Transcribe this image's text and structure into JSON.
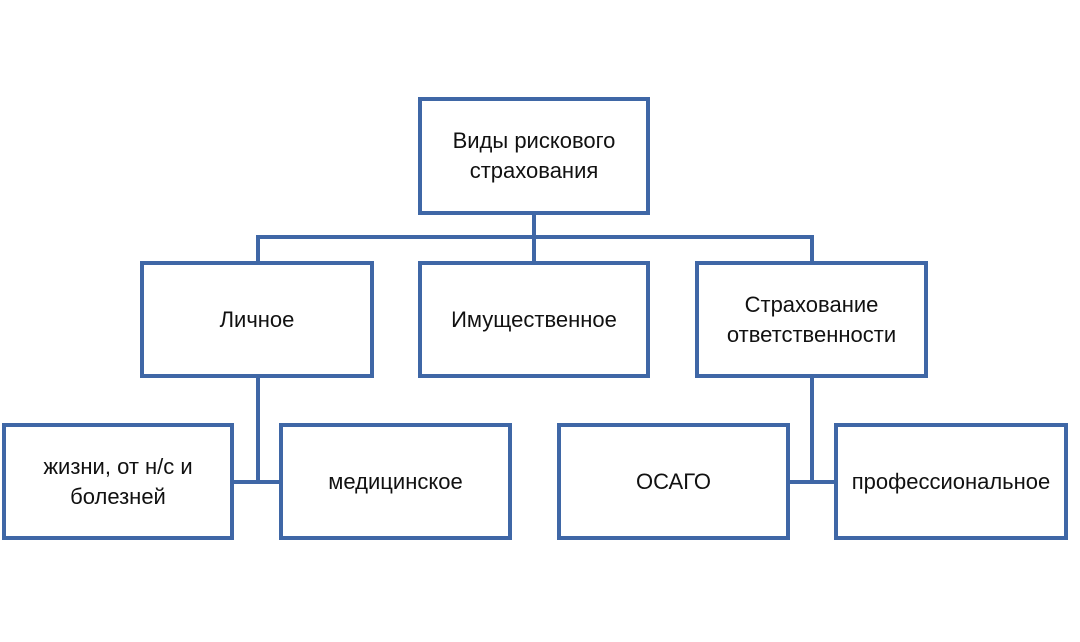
{
  "diagram": {
    "root": {
      "label": "Виды рискового страхования"
    },
    "level1": [
      {
        "label": "Личное"
      },
      {
        "label": "Имущественное"
      },
      {
        "label": "Страхование ответственности"
      }
    ],
    "level2_personal": [
      {
        "label": "жизни, от н/с и болезней"
      },
      {
        "label": "медицинское"
      }
    ],
    "level2_liability": [
      {
        "label": "ОСАГО"
      },
      {
        "label": "профессиональное"
      }
    ],
    "colors": {
      "border": "#3f67a6",
      "text": "#111111",
      "background": "#ffffff"
    }
  }
}
